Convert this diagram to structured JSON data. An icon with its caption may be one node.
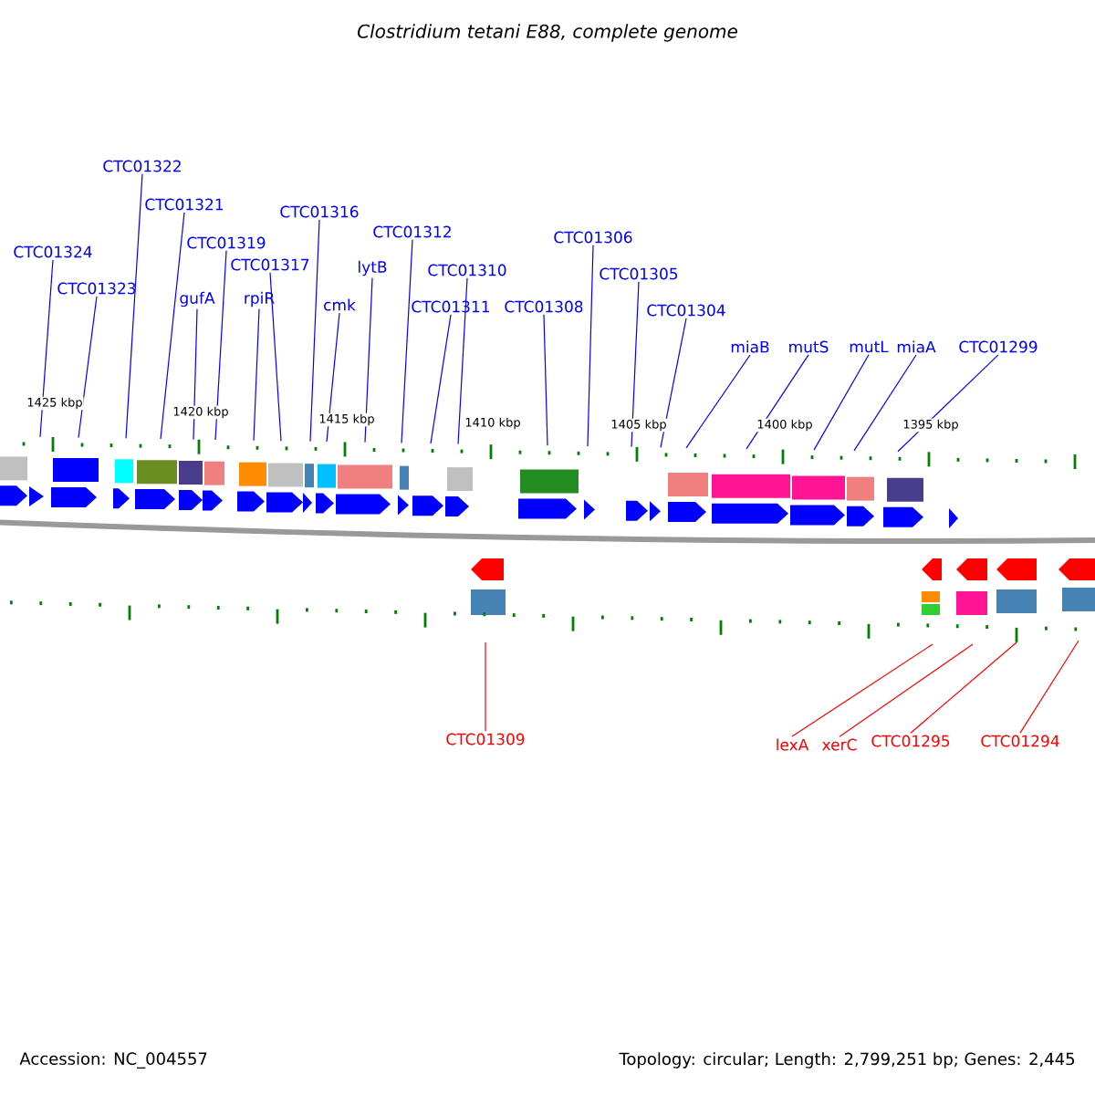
{
  "diagram": {
    "title": "*Clostridium tetani* E88, complete genome",
    "nodes": [
      {
        "text": [
          "CTC01322"
        ]
      },
      {
        "text": [
          "CTC01321"
        ]
      },
      {
        "text": [
          "CTC01324"
        ]
      },
      {
        "text": [
          "CTC01323"
        ]
      },
      {
        "text": [
          "CTC01319"
        ]
      },
      {
        "text": [
          "gufA"
        ]
      },
      {
        "text": [
          "rpiR"
        ]
      },
      {
        "text": [
          "CTC01316"
        ]
      },
      {
        "text": [
          "CTC01317"
        ]
      },
      {
        "text": [
          "cmk"
        ]
      },
      {
        "text": [
          "lytB"
        ]
      },
      {
        "text": [
          "CTC01312"
        ]
      },
      {
        "text": [
          "CTC01310"
        ]
      },
      {
        "text": [
          "CTC01311"
        ]
      },
      {
        "text": [
          "CTC01308"
        ]
      },
      {
        "text": [
          "CTC01306"
        ]
      },
      {
        "text": [
          "CTC01305"
        ]
      },
      {
        "text": [
          "CTC01304"
        ]
      },
      {
        "text": [
          "miaB"
        ]
      },
      {
        "text": [
          "mutS"
        ]
      },
      {
        "text": [
          "mutL"
        ]
      },
      {
        "text": [
          "miaA"
        ]
      },
      {
        "text": [
          "CTC01299"
        ]
      },
      {
        "text": [
          "CTC01309"
        ]
      },
      {
        "text": [
          "lexA"
        ]
      },
      {
        "text": [
          "xerC"
        ]
      },
      {
        "text": [
          "CTC01295"
        ]
      },
      {
        "text": [
          "CTC01294"
        ]
      }
    ],
    "edges": [
      {
        "from": 0,
        "to": null,
        "arrow": "none"
      },
      {
        "from": 1,
        "to": null,
        "arrow": "none"
      },
      {
        "from": 2,
        "to": null,
        "arrow": "none"
      },
      {
        "from": 3,
        "to": null,
        "arrow": "none"
      },
      {
        "from": 4,
        "to": null,
        "arrow": "none"
      },
      {
        "from": 5,
        "to": null,
        "arrow": "none"
      },
      {
        "from": 6,
        "to": null,
        "arrow": "none"
      },
      {
        "from": 7,
        "to": null,
        "arrow": "none"
      },
      {
        "from": 8,
        "to": null,
        "arrow": "none"
      },
      {
        "from": 9,
        "to": null,
        "arrow": "none"
      },
      {
        "from": 10,
        "to": null,
        "arrow": "none"
      },
      {
        "from": 11,
        "to": null,
        "arrow": "none"
      },
      {
        "from": 12,
        "to": null,
        "arrow": "none"
      },
      {
        "from": 13,
        "to": null,
        "arrow": "none"
      },
      {
        "from": 14,
        "to": null,
        "arrow": "none"
      },
      {
        "from": 15,
        "to": null,
        "arrow": "none"
      },
      {
        "from": 16,
        "to": null,
        "arrow": "none"
      },
      {
        "from": 17,
        "to": null,
        "arrow": "none"
      },
      {
        "from": 18,
        "to": null,
        "arrow": "none"
      },
      {
        "from": 19,
        "to": null,
        "arrow": "none"
      },
      {
        "from": 20,
        "to": null,
        "arrow": "none"
      },
      {
        "from": 21,
        "to": null,
        "arrow": "none"
      },
      {
        "from": 22,
        "to": null,
        "arrow": "none"
      },
      {
        "from": 23,
        "to": null,
        "arrow": "none",
        "color": "#ff0000"
      },
      {
        "from": 24,
        "to": null,
        "arrow": "none",
        "color": "#ff0000"
      },
      {
        "from": 25,
        "to": null,
        "arrow": "none",
        "color": "#ff0000"
      },
      {
        "from": 26,
        "to": null,
        "arrow": "none",
        "color": "#ff0000"
      },
      {
        "from": 27,
        "to": null,
        "arrow": "none",
        "color": "#ff0000"
      }
    ],
    "labels": [
      "1425 kbp",
      "1420 kbp",
      "1415 kbp",
      "1410 kbp",
      "1405 kbp",
      "1400 kbp",
      "1395 kbp",
      "Accession: NC_004557",
      "Topology: circular; Length: 2,799,251 bp; Genes: 2,445"
    ]
  }
}
